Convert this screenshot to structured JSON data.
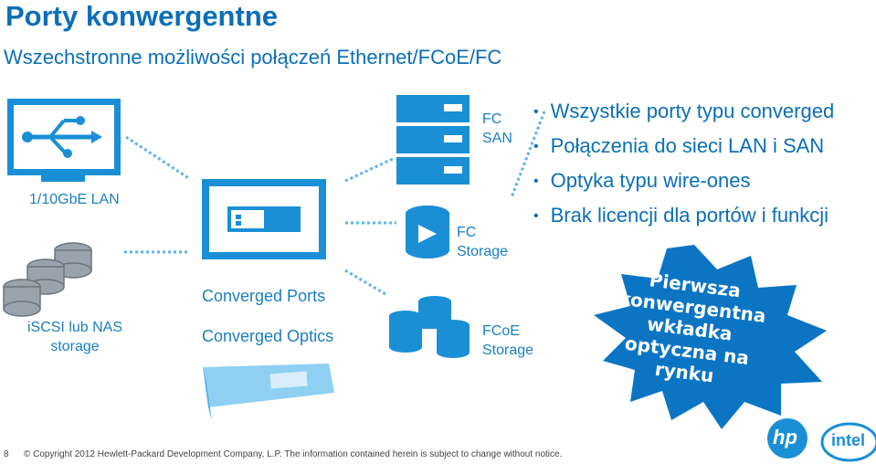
{
  "header": {
    "title": "Porty konwergentne",
    "subtitle": "Wszechstronne możliwości połączeń Ethernet/FCoE/FC"
  },
  "labels": {
    "lan": "1/10GbE LAN",
    "fc_san_1": "FC",
    "fc_san_2": "SAN",
    "fc_storage_1": "FC",
    "fc_storage_2": "Storage",
    "iscsi_1": "iSCSI lub NAS",
    "iscsi_2": "storage",
    "converged_ports": "Converged Ports",
    "converged_optics": "Converged Optics",
    "fcoe_1": "FCoE",
    "fcoe_2": "Storage"
  },
  "bullets": [
    "Wszystkie porty typu converged",
    "Połączenia do sieci LAN i SAN",
    "Optyka typu wire-ones",
    "Brak licencji dla portów i funkcji"
  ],
  "starburst": {
    "line1": "Pierwsza",
    "line2": "konwergentna",
    "line3": "wkładka",
    "line4": "optyczna na",
    "line5": "rynku",
    "color": "#0b75c4"
  },
  "footer": {
    "page_number": "8",
    "copyright": "© Copyright 2012 Hewlett-Packard Development Company, L.P. The information contained herein is subject to change without notice."
  },
  "logos": {
    "hp": "hp",
    "intel": "intel"
  },
  "colors": {
    "brand_blue": "#0b6fb8",
    "icon_blue": "#1a8fd6",
    "light_blue": "#5ab4ea"
  }
}
